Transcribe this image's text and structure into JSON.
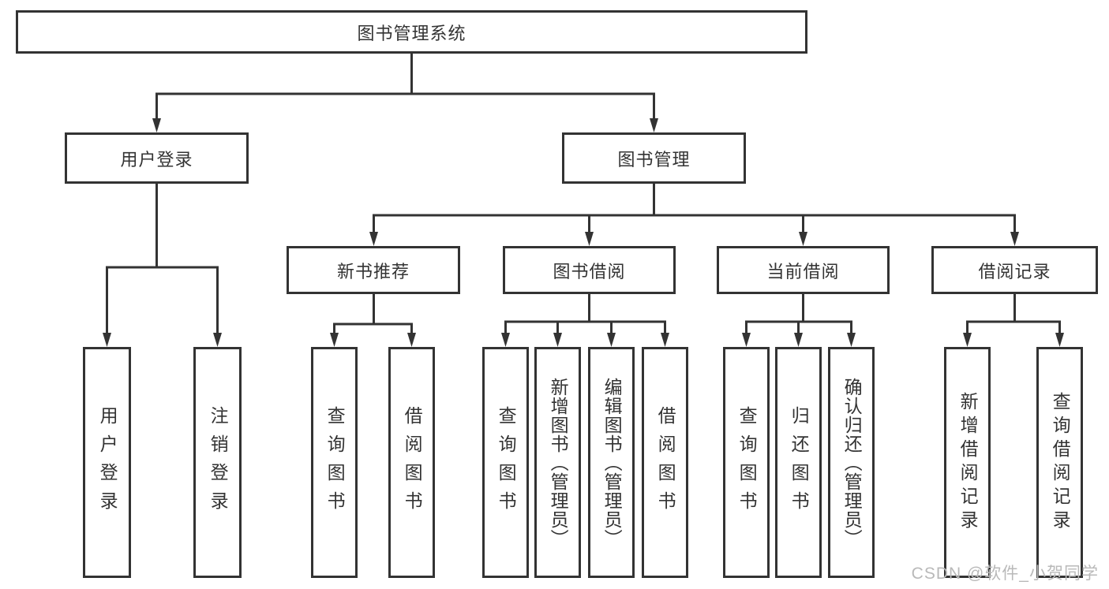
{
  "diagram": {
    "type": "hierarchy-tree",
    "root": {
      "label": "图书管理系统"
    },
    "level2": [
      {
        "label": "用户登录"
      },
      {
        "label": "图书管理"
      }
    ],
    "level3": [
      {
        "label": "新书推荐",
        "parent": "图书管理"
      },
      {
        "label": "图书借阅",
        "parent": "图书管理"
      },
      {
        "label": "当前借阅",
        "parent": "图书管理"
      },
      {
        "label": "借阅记录",
        "parent": "图书管理"
      }
    ],
    "leaves": [
      {
        "label": "用户登录",
        "parent": "用户登录"
      },
      {
        "label": "注销登录",
        "parent": "用户登录"
      },
      {
        "label": "查询图书",
        "parent": "新书推荐"
      },
      {
        "label": "借阅图书",
        "parent": "新书推荐"
      },
      {
        "label": "查询图书",
        "parent": "图书借阅"
      },
      {
        "label": "新增图书（管理员）",
        "parent": "图书借阅"
      },
      {
        "label": "编辑图书（管理员）",
        "parent": "图书借阅"
      },
      {
        "label": "借阅图书",
        "parent": "图书借阅"
      },
      {
        "label": "查询图书",
        "parent": "当前借阅"
      },
      {
        "label": "归还图书",
        "parent": "当前借阅"
      },
      {
        "label": "确认归还（管理员）",
        "parent": "当前借阅"
      },
      {
        "label": "新增借阅记录",
        "parent": "借阅记录"
      },
      {
        "label": "查询借阅记录",
        "parent": "借阅记录"
      }
    ],
    "watermark": "CSDN @软件_小贺同学",
    "colors": {
      "line": "#333333",
      "text": "#333333",
      "background": "#ffffff",
      "watermark": "#b9b9b9"
    }
  }
}
